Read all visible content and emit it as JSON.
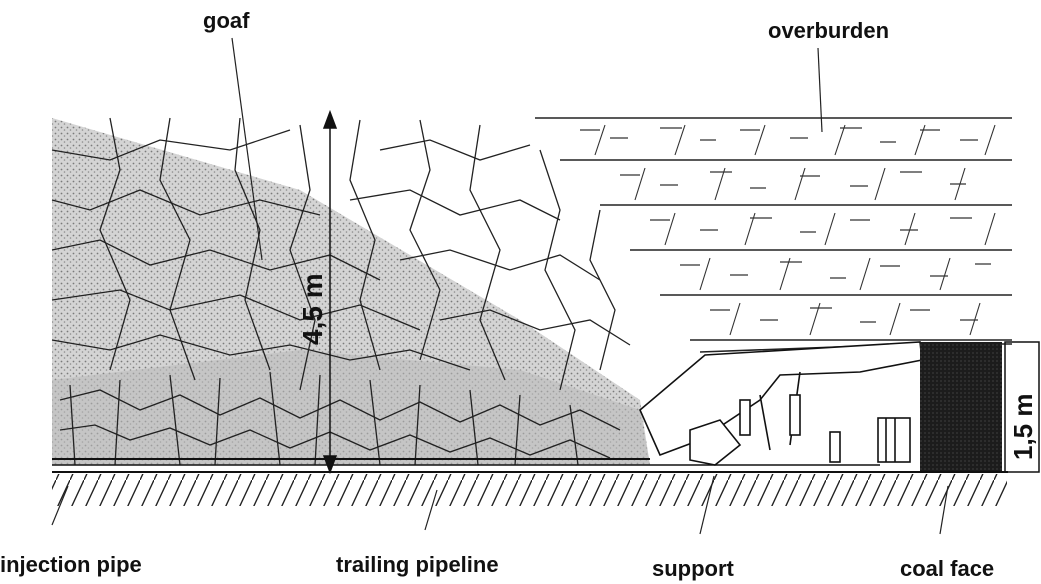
{
  "labels": {
    "goaf": "goaf",
    "overburden": "overburden",
    "injection_pipe": "injection pipe",
    "trailing_pipeline": "trailing pipeline",
    "support": "support",
    "coal_face": "coal face",
    "goaf_height": "4,5 m",
    "seam_height": "1,5 m"
  },
  "colors": {
    "goaf_fill": "#cfcfcf",
    "coal": "#1c1c1c",
    "line": "#111111"
  }
}
